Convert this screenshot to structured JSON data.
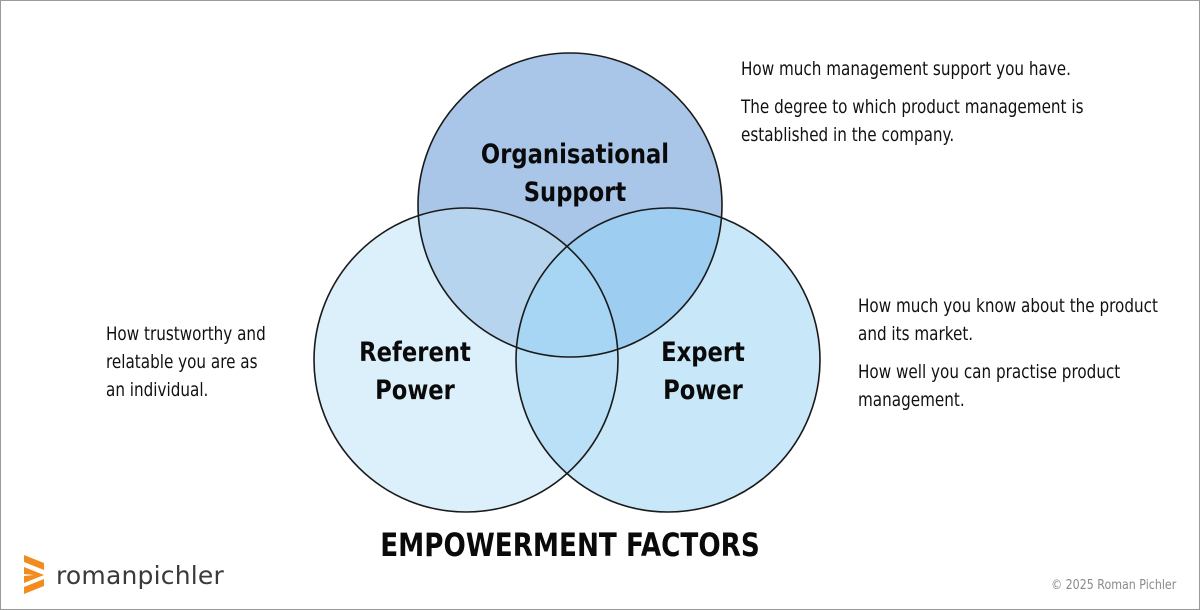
{
  "colors": {
    "organisational": "#a9c6e8",
    "referent": "#dcf0fb",
    "expert": "#c8e8f9",
    "overlap_org_referent": "#b6d4ee",
    "overlap_org_expert": "#9dcdf0",
    "overlap_referent_expert": "#b9e0f7",
    "overlap_all": "#a6d6f3",
    "outline": "#1a1a1a",
    "logo_orange": "#f28c1e"
  },
  "circles": {
    "organisational": {
      "line1": "Organisational",
      "line2": "Support"
    },
    "referent": {
      "line1": "Referent",
      "line2": "Power"
    },
    "expert": {
      "line1": "Expert",
      "line2": "Power"
    }
  },
  "descriptions": {
    "organisational": {
      "p1": "How much management support you have.",
      "p2_line1": "The degree to which product management is",
      "p2_line2": "established in the company."
    },
    "expert": {
      "p1_line1": "How much you know about the product",
      "p1_line2": "and its market.",
      "p2_line1": "How well you can practise product",
      "p2_line2": "management."
    },
    "referent": {
      "line1": "How trustworthy and",
      "line2": "relatable you are as",
      "line3": "an individual."
    }
  },
  "title": "EMPOWERMENT FACTORS",
  "brand": {
    "name": "romanpichler",
    "icon": "romanpichler-logo-icon"
  },
  "copyright": "© 2025 Roman Pichler"
}
